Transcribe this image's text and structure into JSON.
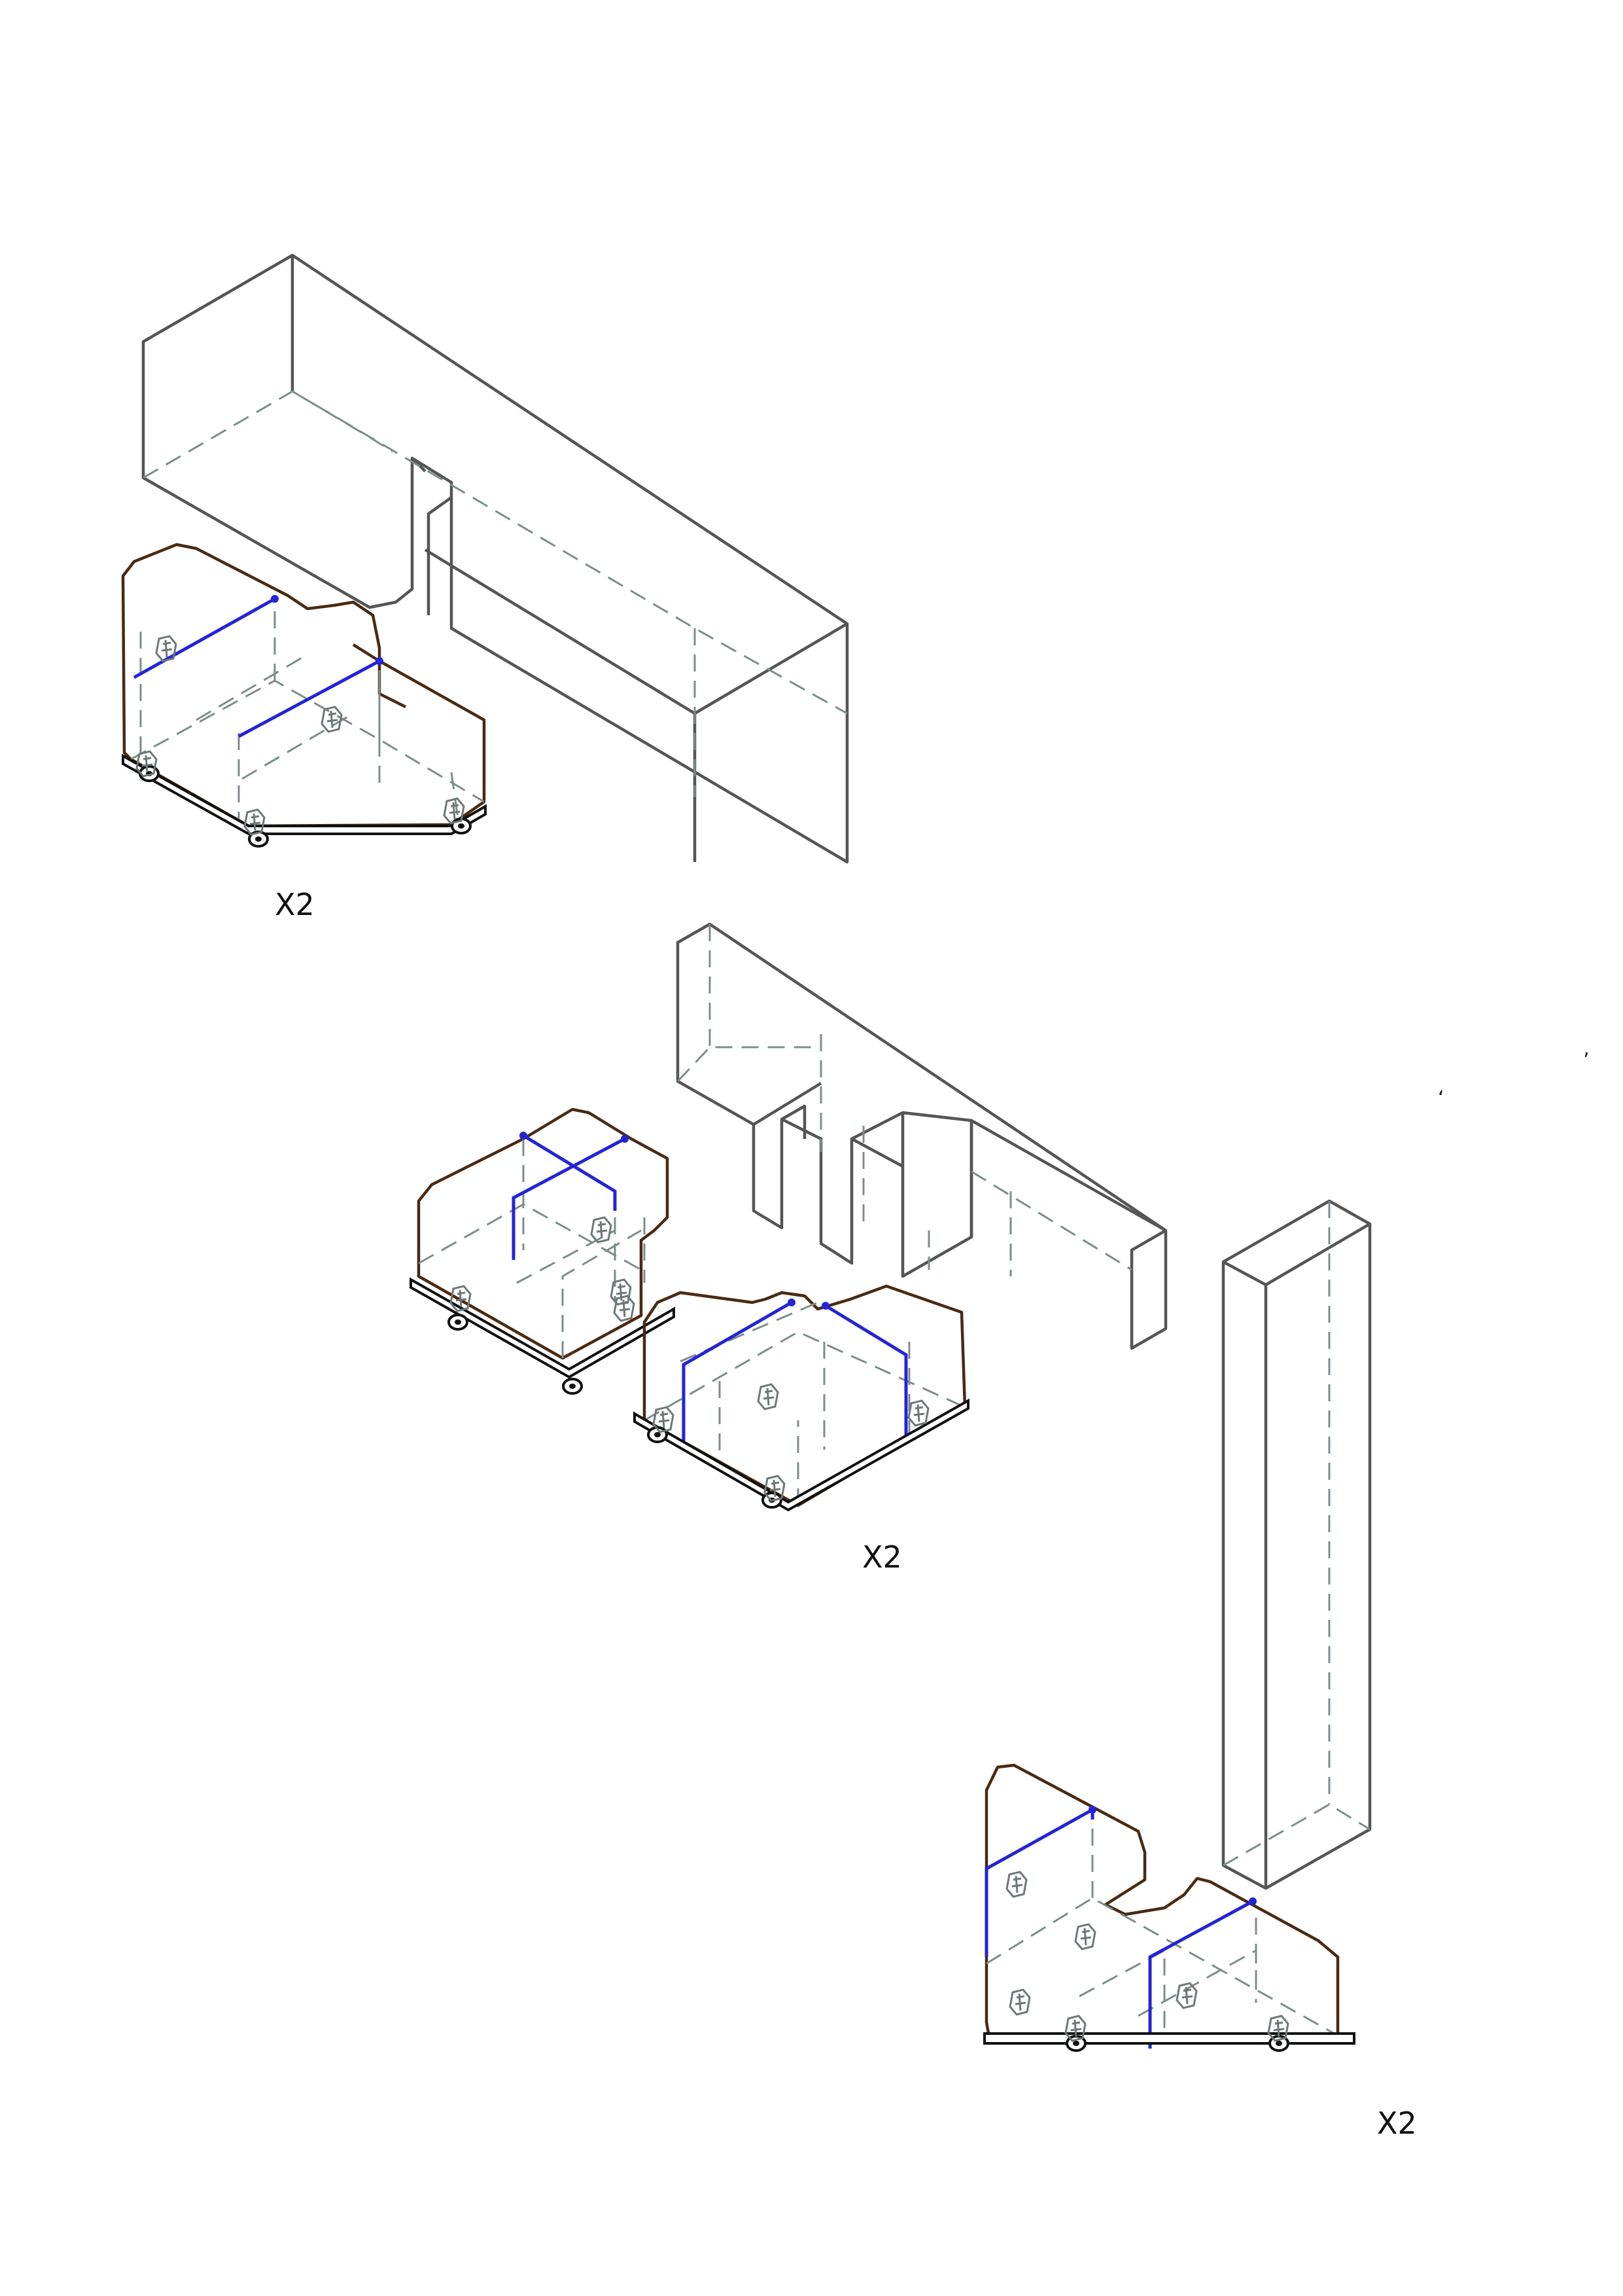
{
  "sheet": {
    "background": "#ffffff",
    "colors": {
      "outline": "#555555",
      "hidden_line": "#7d8c8c",
      "module_outline": "#4a2a12",
      "divider": "#2424d6",
      "base": "#111111"
    }
  },
  "groups": [
    {
      "id": "group-1",
      "quantity_label": "X2"
    },
    {
      "id": "group-2",
      "quantity_label": "X2"
    },
    {
      "id": "group-3",
      "quantity_label": "X2"
    }
  ],
  "marks": {
    "comma_right": "’",
    "comma_left": "‘"
  }
}
